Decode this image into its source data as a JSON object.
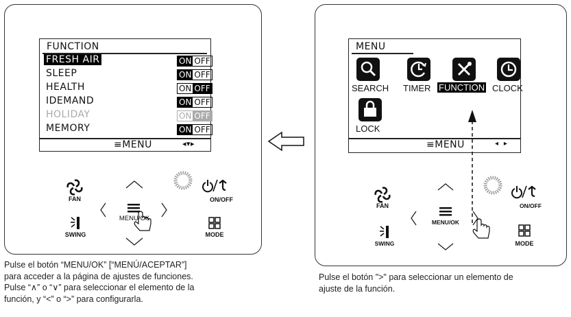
{
  "left_panel": {
    "screen": {
      "title": "FUNCTION",
      "items": [
        {
          "label": "FRESH AIR",
          "selected": true,
          "on": "ON",
          "off": "OFF",
          "state": "on",
          "disabled": false
        },
        {
          "label": "SLEEP",
          "selected": false,
          "on": "ON",
          "off": "OFF",
          "state": "on",
          "disabled": false
        },
        {
          "label": "HEALTH",
          "selected": false,
          "on": "ON",
          "off": "OFF",
          "state": "off",
          "disabled": false
        },
        {
          "label": "IDEMAND",
          "selected": false,
          "on": "ON",
          "off": "OFF",
          "state": "on",
          "disabled": false
        },
        {
          "label": "HOLIDAY",
          "selected": false,
          "on": "ON",
          "off": "OFF",
          "state": "off",
          "disabled": true
        },
        {
          "label": "MEMORY",
          "selected": false,
          "on": "ON",
          "off": "OFF",
          "state": "on",
          "disabled": false
        }
      ],
      "footer_menu": "MENU"
    },
    "buttons": {
      "fan": "FAN",
      "onoff": "ON/OFF",
      "menu_ok": "MENU/OK",
      "swing": "SWING",
      "mode": "MODE"
    },
    "caption": [
      "Pulse el botón “MENU/OK” [“MENÚ/ACEPTAR”]",
      "para acceder a la página de ajustes de funciones.",
      "Pulse “∧” o “∨” para seleccionar el elemento de la",
      "función, y “<” o “>” para configurarla."
    ]
  },
  "right_panel": {
    "screen": {
      "title": "MENU",
      "icons": [
        {
          "name": "search",
          "label": "SEARCH",
          "selected": false
        },
        {
          "name": "timer",
          "label": "TIMER",
          "selected": false
        },
        {
          "name": "function",
          "label": "FUNCTION",
          "selected": true
        },
        {
          "name": "clock",
          "label": "CLOCK",
          "selected": false
        },
        {
          "name": "lock",
          "label": "LOCK",
          "selected": false
        }
      ],
      "footer_menu": "MENU"
    },
    "buttons": {
      "fan": "FAN",
      "onoff": "ON/OFF",
      "menu_ok": "MENU/OK",
      "swing": "SWING",
      "mode": "MODE"
    },
    "caption": [
      "Pulse el botón \">\" para seleccionar un elemento de",
      "ajuste de la función."
    ]
  }
}
